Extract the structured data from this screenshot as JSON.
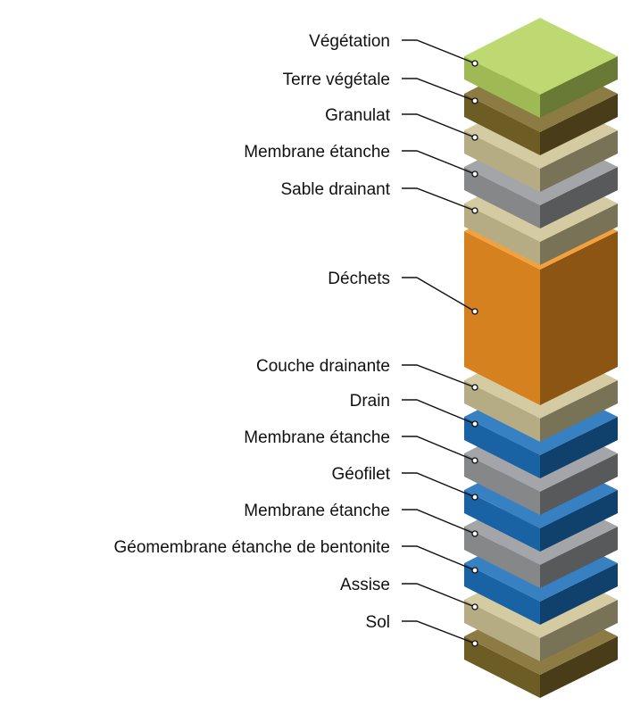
{
  "layers": [
    {
      "label": "Sol",
      "color": "#7c6a2a"
    },
    {
      "label": "Assise",
      "color": "#cfc496"
    },
    {
      "label": "Géomembrane étanche de bentonite",
      "color": "#1c6fba"
    },
    {
      "label": "Membrane étanche",
      "color": "#97999c"
    },
    {
      "label": "Géofilet",
      "color": "#1c6fba"
    },
    {
      "label": "Membrane étanche",
      "color": "#97999c"
    },
    {
      "label": "Drain",
      "color": "#1c6fba"
    },
    {
      "label": "Couche drainante",
      "color": "#cfc496"
    },
    {
      "label": "Déchets",
      "color": "#f39323"
    },
    {
      "label": "Sable drainant",
      "color": "#cfc496"
    },
    {
      "label": "Membrane étanche",
      "color": "#97999c"
    },
    {
      "label": "Granulat",
      "color": "#cfc496"
    },
    {
      "label": "Terre végétale",
      "color": "#7c6a2a"
    },
    {
      "label": "Végétation",
      "color": "#b5d35f"
    }
  ]
}
